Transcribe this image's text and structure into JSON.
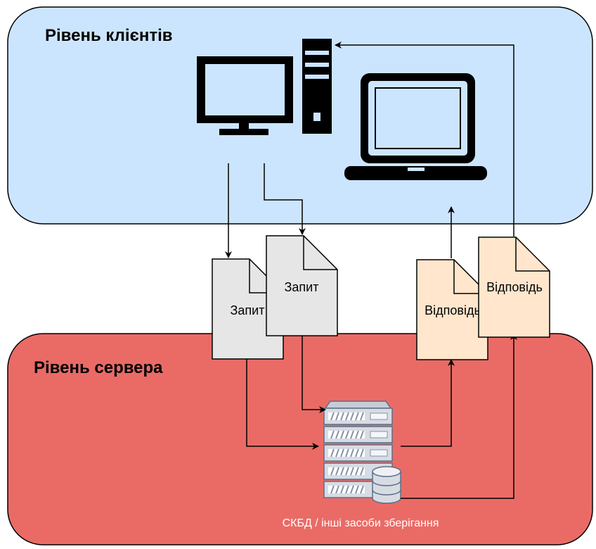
{
  "client_tier": {
    "title": "Рівень клієнтів",
    "fill": "#cce5ff",
    "devices": [
      "desktop-computer-icon",
      "system-unit-icon",
      "laptop-icon"
    ]
  },
  "server_tier": {
    "title": "Рівень сервера",
    "fill": "#ea6b66",
    "storage_label": "СКБД / інші засоби зберігання",
    "devices": [
      "server-rack-icon",
      "database-icon"
    ]
  },
  "request_docs": [
    {
      "label": "Запит",
      "fill": "#e6e6e6"
    },
    {
      "label": "Запит",
      "fill": "#e6e6e6"
    }
  ],
  "response_docs": [
    {
      "label": "Відповідь",
      "fill": "#ffe6cc"
    },
    {
      "label": "Відповідь",
      "fill": "#ffe6cc"
    }
  ]
}
